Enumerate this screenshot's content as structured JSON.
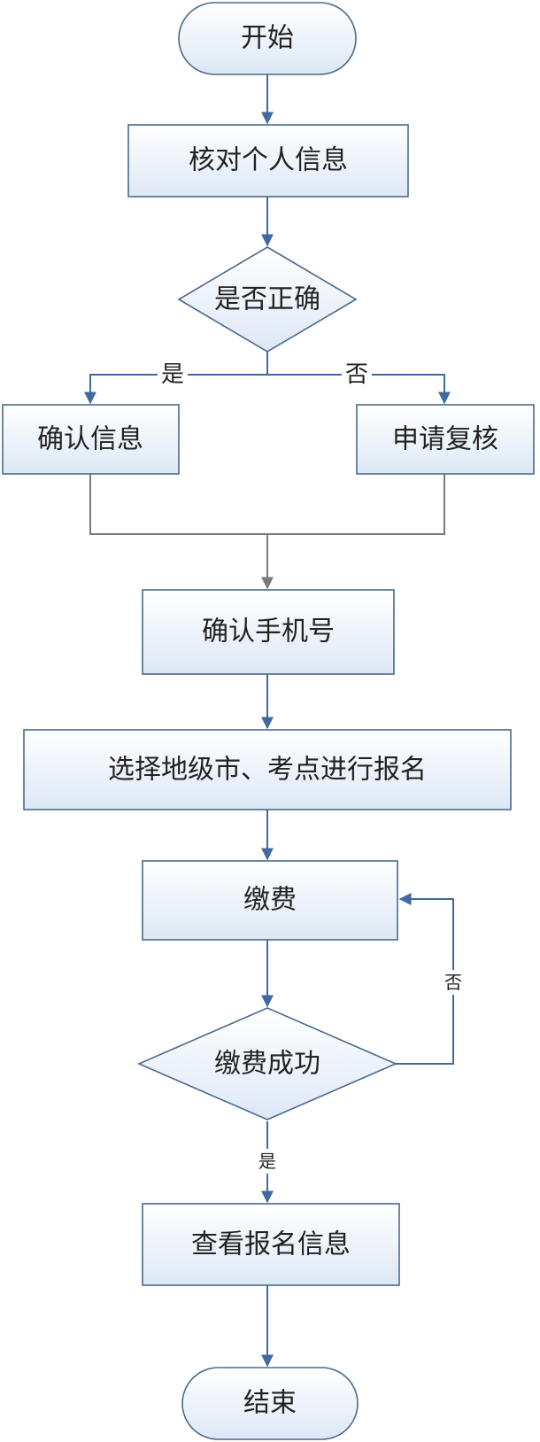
{
  "nodes": {
    "start": "开始",
    "verify_info": "核对个人信息",
    "is_correct": "是否正确",
    "confirm_info": "确认信息",
    "apply_review": "申请复核",
    "confirm_phone": "确认手机号",
    "select_register": "选择地级市、考点进行报名",
    "pay": "缴费",
    "pay_success": "缴费成功",
    "view_info": "查看报名信息",
    "end": "结束"
  },
  "edge_labels": {
    "correct_yes": "是",
    "correct_no": "否",
    "pay_no": "否",
    "pay_yes": "是"
  },
  "colors": {
    "node_fill_top": "#ffffff",
    "node_fill_bottom": "#dde8f6",
    "node_border": "#4a6a8c",
    "flow_arrow": "#3f6aa0",
    "merge_arrow": "#7a7a7a"
  }
}
